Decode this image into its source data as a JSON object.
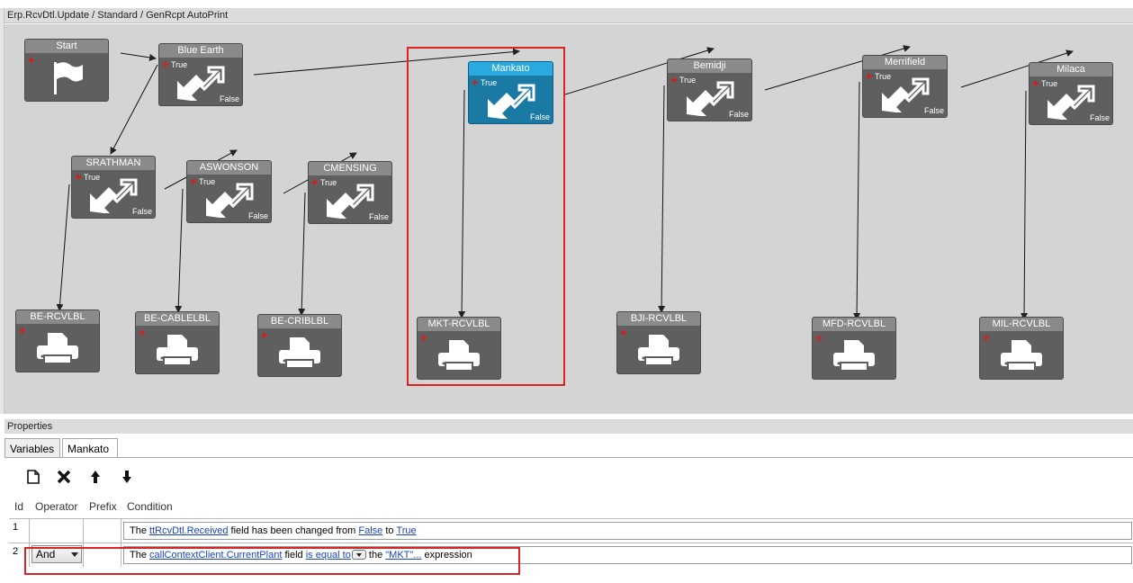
{
  "window": {
    "title": "Erp.RcvDtl.Update / Standard / GenRcpt AutoPrint"
  },
  "canvas": {
    "start": {
      "label": "Start"
    },
    "conditions": [
      {
        "id": "blue-earth",
        "label": "Blue Earth",
        "true_label": "True",
        "false_label": "False",
        "selected": false
      },
      {
        "id": "srathman",
        "label": "SRATHMAN",
        "true_label": "True",
        "false_label": "False",
        "selected": false
      },
      {
        "id": "aswonson",
        "label": "ASWONSON",
        "true_label": "True",
        "false_label": "False",
        "selected": false
      },
      {
        "id": "cmensing",
        "label": "CMENSING",
        "true_label": "True",
        "false_label": "False",
        "selected": false
      },
      {
        "id": "mankato",
        "label": "Mankato",
        "true_label": "True",
        "false_label": "False",
        "selected": true
      },
      {
        "id": "bemidji",
        "label": "Bemidji",
        "true_label": "True",
        "false_label": "False",
        "selected": false
      },
      {
        "id": "merrifield",
        "label": "Merrifield",
        "true_label": "True",
        "false_label": "False",
        "selected": false
      },
      {
        "id": "milaca",
        "label": "Milaca",
        "true_label": "True",
        "false_label": "False",
        "selected": false
      }
    ],
    "actions": [
      {
        "id": "be-rcvlbl",
        "label": "BE-RCVLBL"
      },
      {
        "id": "be-cablelbl",
        "label": "BE-CABLELBL"
      },
      {
        "id": "be-criblbl",
        "label": "BE-CRIBLBL"
      },
      {
        "id": "mkt-rcvlbl",
        "label": "MKT-RCVLBL"
      },
      {
        "id": "bji-rcvlbl",
        "label": "BJI-RCVLBL"
      },
      {
        "id": "mfd-rcvlbl",
        "label": "MFD-RCVLBL"
      },
      {
        "id": "mil-rcvlbl",
        "label": "MIL-RCVLBL"
      }
    ],
    "icons": {
      "start": "flag-icon",
      "condition": "condition-arrows-icon",
      "action": "printer-icon",
      "add": "plus-icon"
    },
    "colors": {
      "canvas_bg": "#d4d4d4",
      "node_bg": "#5f5f5f",
      "selected_node": "#1a7aa3",
      "selected_header": "#2aa9e0",
      "highlight": "#dd2222"
    }
  },
  "properties": {
    "header": "Properties",
    "tabs": [
      {
        "label": "Variables",
        "active": false
      },
      {
        "label": "Mankato",
        "active": true
      }
    ],
    "toolbar": [
      {
        "name": "new-button",
        "icon": "new-document-icon"
      },
      {
        "name": "delete-button",
        "icon": "delete-x-icon"
      },
      {
        "name": "move-up-button",
        "icon": "arrow-up-icon"
      },
      {
        "name": "move-down-button",
        "icon": "arrow-down-icon"
      }
    ],
    "grid": {
      "columns": [
        "Id",
        "Operator",
        "Prefix",
        "Condition"
      ],
      "rows": [
        {
          "id": "1",
          "operator": "",
          "prefix": "",
          "condition": {
            "t1": "The",
            "field": "ttRcvDtl.Received",
            "t2": "field has been changed from",
            "from": "False",
            "t3": "to",
            "to": "True"
          }
        },
        {
          "id": "2",
          "operator": "And",
          "prefix": "",
          "condition": {
            "t1": "The",
            "field": "callContextClient.CurrentPlant",
            "t2": "field",
            "op": "is equal to",
            "t3": "the",
            "value": "\"MKT\"...",
            "t4": "expression"
          }
        }
      ]
    }
  }
}
